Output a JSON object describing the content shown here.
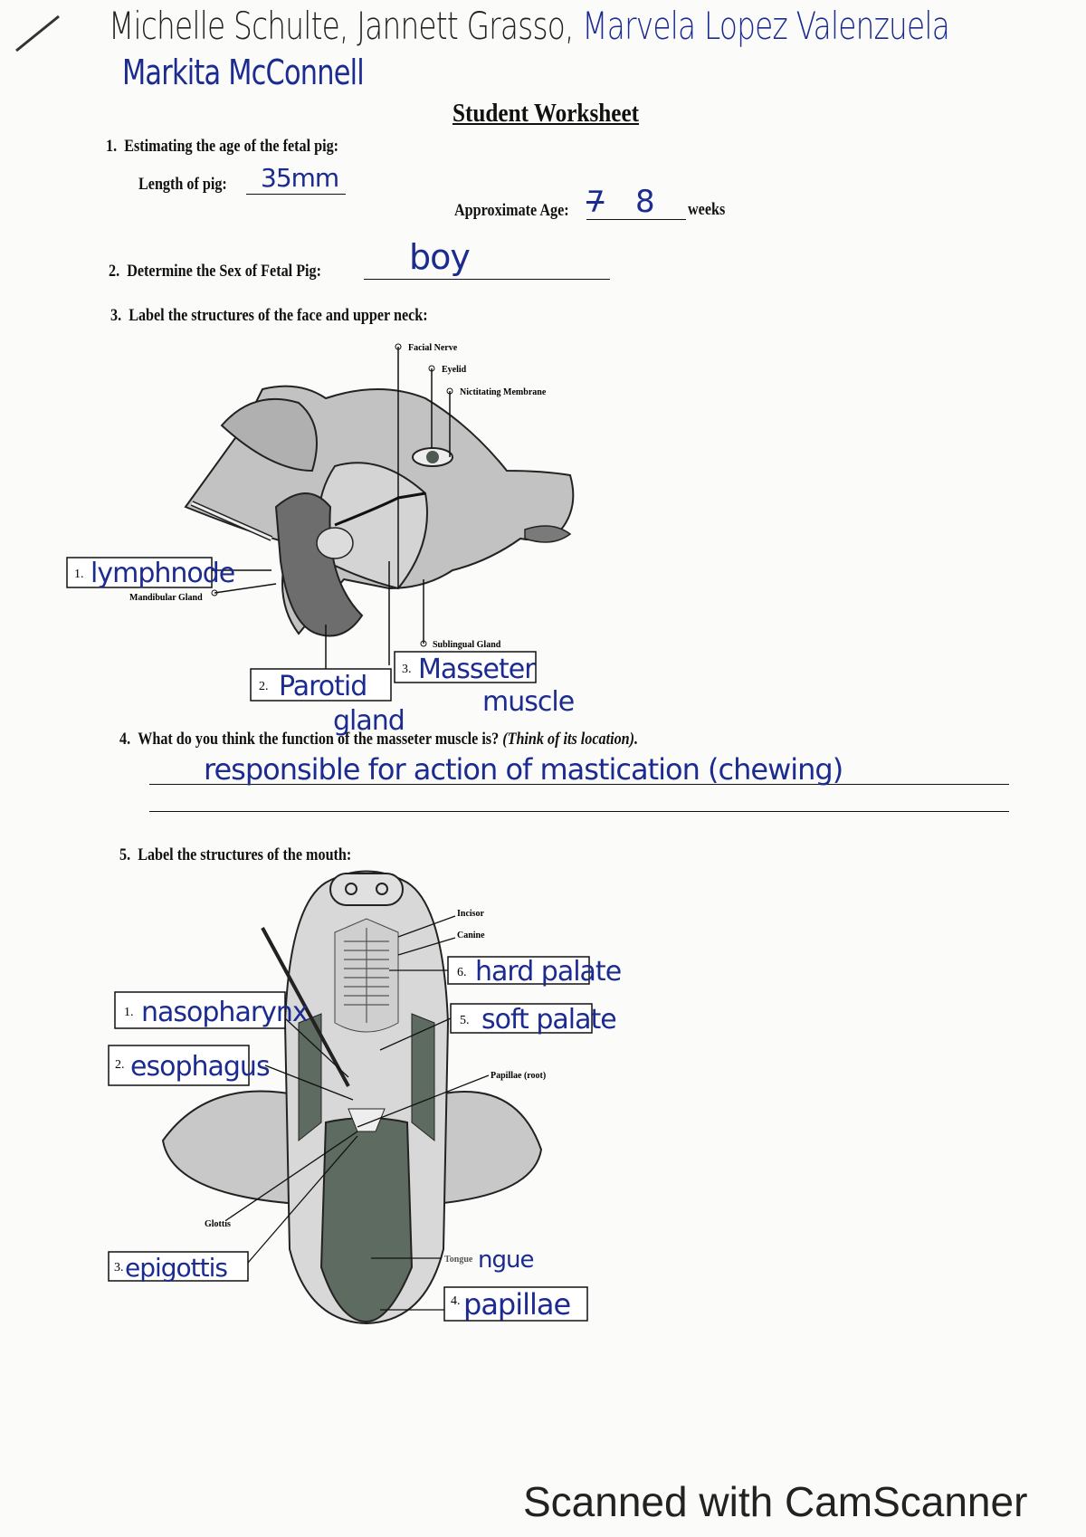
{
  "header": {
    "names_line1_black": "Michelle Schulte, Jannett Grasso,",
    "names_line1_blue": "Marvela Lopez Valenzuela",
    "names_line2": "Markita McConnell"
  },
  "title": "Student Worksheet",
  "q1": {
    "number": "1.",
    "text": "Estimating the age of the fetal pig:",
    "length_label": "Length of pig:",
    "length_answer": "35mm",
    "age_label": "Approximate Age:",
    "age_answer_crossed": "7",
    "age_answer": "8",
    "age_unit": "weeks"
  },
  "q2": {
    "number": "2.",
    "text": "Determine the Sex of Fetal Pig:",
    "answer": "boy"
  },
  "q3": {
    "number": "3.",
    "text": "Label the structures of the face and upper neck:",
    "printed_labels": {
      "facial_nerve": "Facial Nerve",
      "eyelid": "Eyelid",
      "nictitating_membrane": "Nictitating Membrane",
      "mandibular_gland": "Mandibular Gland",
      "sublingual_gland": "Sublingual Gland"
    },
    "boxes": [
      {
        "number": "1.",
        "answer": "lymphnode"
      },
      {
        "number": "2.",
        "answer": "Parotid",
        "answer_cont": "gland"
      },
      {
        "number": "3.",
        "answer": "Masseter",
        "answer_cont": "muscle"
      }
    ]
  },
  "q4": {
    "number": "4.",
    "text": "What do you think the function of the masseter muscle is?",
    "hint": "(Think of its location).",
    "answer": "responsible for action of mastication (chewing)"
  },
  "q5": {
    "number": "5.",
    "text": "Label the structures of the mouth:",
    "printed_labels": {
      "incisor": "Incisor",
      "canine": "Canine",
      "papillae_root": "Papillae (root)",
      "glottis": "Glottis",
      "tongue": "Tongue"
    },
    "boxes": [
      {
        "number": "1.",
        "answer": "nasopharynx"
      },
      {
        "number": "2.",
        "answer": "esophagus"
      },
      {
        "number": "3.",
        "answer": "epigottis"
      },
      {
        "number": "4.",
        "answer": "papillae"
      },
      {
        "number": "5.",
        "answer": "soft palate"
      },
      {
        "number": "6.",
        "answer": "hard palate"
      }
    ],
    "tongue_handwritten": "ngue"
  },
  "watermark": "Scanned with CamScanner",
  "colors": {
    "ink_blue": "#1b2b8f",
    "diagram_gray": "#bdbdbd",
    "diagram_dark": "#5e6b60"
  }
}
